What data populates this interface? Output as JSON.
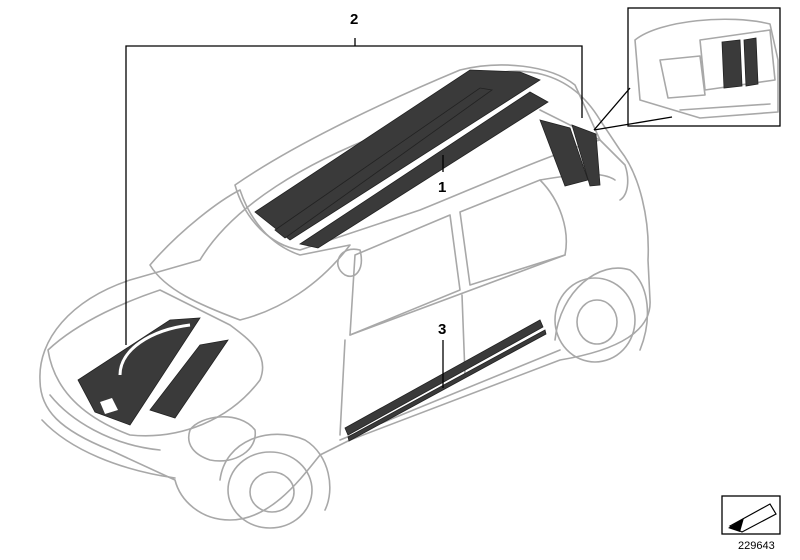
{
  "diagram": {
    "callouts": [
      {
        "id": "1",
        "label": "1"
      },
      {
        "id": "2",
        "label": "2"
      },
      {
        "id": "3",
        "label": "3"
      }
    ],
    "reference_number": "229643",
    "colors": {
      "outline": "#a8a8a8",
      "stripe": "#3a3a3a",
      "leader": "#000000"
    }
  }
}
